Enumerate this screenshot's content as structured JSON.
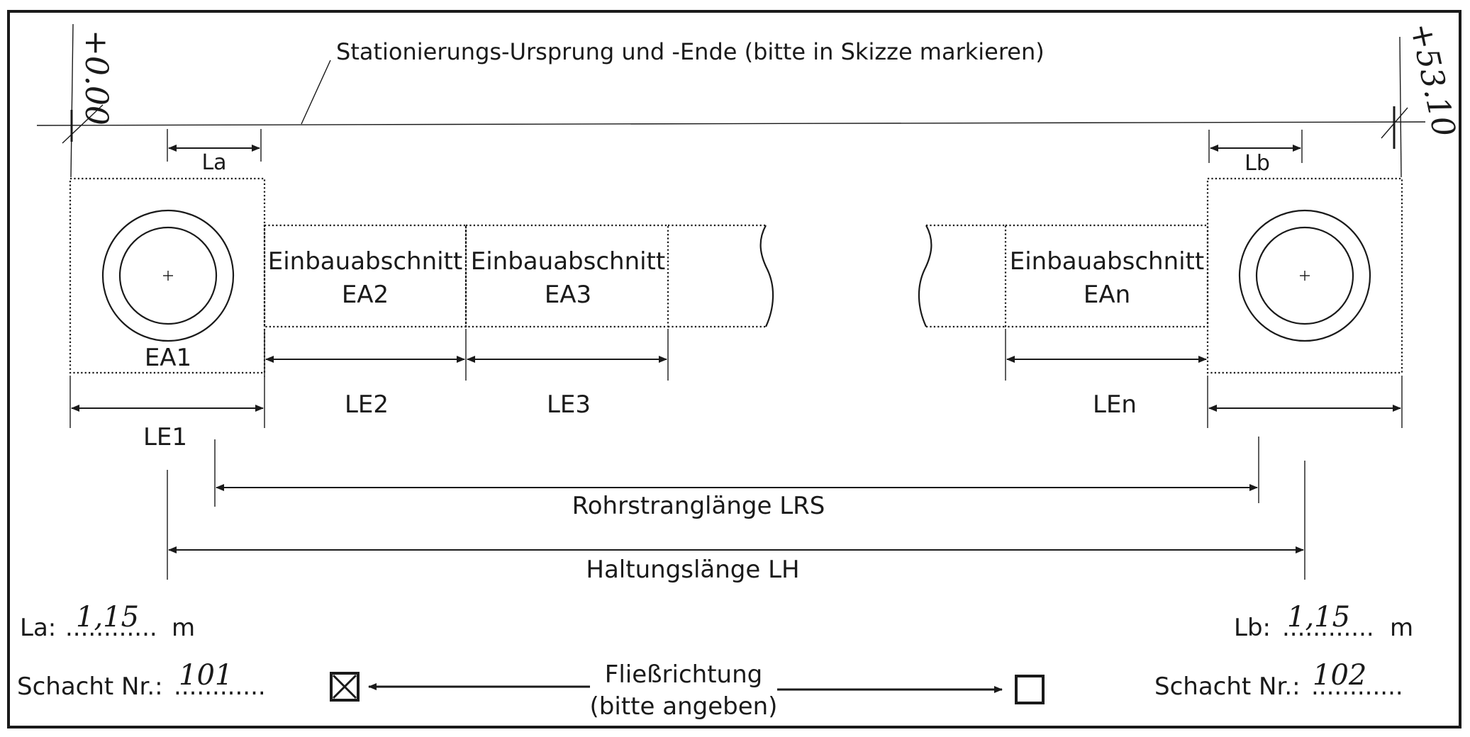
{
  "station": {
    "origin_text": "Stationierungs-Ursprung und -Ende (bitte in Skizze markieren)",
    "start": "+0.00",
    "end": "+53.10"
  },
  "labels": {
    "la": "La",
    "lb": "Lb",
    "ea1": "EA1",
    "ea2_line1": "Einbauabschnitt",
    "ea2_line2": "EA2",
    "ea3_line1": "Einbauabschnitt",
    "ea3_line2": "EA3",
    "ean_line1": "Einbauabschnitt",
    "ean_line2": "EAn",
    "le1": "LE1",
    "le2": "LE2",
    "le3": "LE3",
    "len": "LEn",
    "lrs": "Rohrstranglänge LRS",
    "lh": "Haltungslänge LH"
  },
  "form": {
    "la_label": "La:",
    "la_dots": "............",
    "la_value": "1,15",
    "la_unit": "m",
    "lb_label": "Lb:",
    "lb_dots": "............",
    "lb_value": "1,15",
    "lb_unit": "m",
    "schacht_left_label": "Schacht Nr.:",
    "schacht_left_dots": "............",
    "schacht_left_value": "101",
    "schacht_right_label": "Schacht Nr.:",
    "schacht_right_dots": "............",
    "schacht_right_value": "102",
    "flow_line1": "Fließrichtung",
    "flow_line2": "(bitte angeben)",
    "checkbox_left_checked": true,
    "checkbox_right_checked": false
  }
}
